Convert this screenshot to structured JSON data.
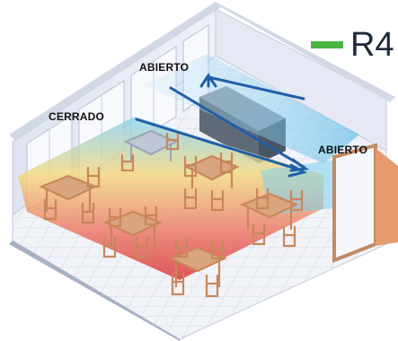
{
  "code": {
    "text": "R4",
    "bar_color": "#4bb543"
  },
  "labels": {
    "window_top": "ABIERTO",
    "window_left": "CERRADO",
    "door": "ABIERTO"
  },
  "colors": {
    "arrow": "#1f5fa8",
    "air_cold": "#6cc6ee",
    "air_warm": "#f2d27a",
    "air_hot": "#e04040",
    "door": "#e79a6b",
    "wall": "#e8ebf4",
    "floor_tile": "#eef0f6",
    "furniture": "#c9875a"
  }
}
